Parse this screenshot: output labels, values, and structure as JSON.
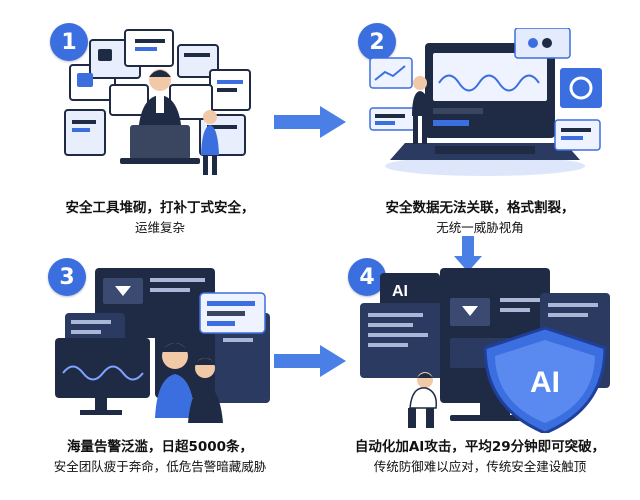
{
  "steps": [
    {
      "number": "1",
      "line1": "安全工具堆砌，打补丁式安全，",
      "line2": "运维复杂"
    },
    {
      "number": "2",
      "line1": "安全数据无法关联，格式割裂，",
      "line2": "无统一威胁视角"
    },
    {
      "number": "3",
      "line1": "海量告警泛滥，日超5000条，",
      "line2": "安全团队疲于奔命，低危告警暗藏威胁"
    },
    {
      "number": "4",
      "line1": "自动化加AI攻击，平均29分钟即可突破，",
      "line2": "传统防御难以应对，传统安全建设触顶"
    }
  ],
  "shield_text": "AI",
  "screen_tag": "AI",
  "colors": {
    "accent": "#3b6fe0",
    "dark": "#1f2a44",
    "arrow": "#4a7fe6"
  }
}
